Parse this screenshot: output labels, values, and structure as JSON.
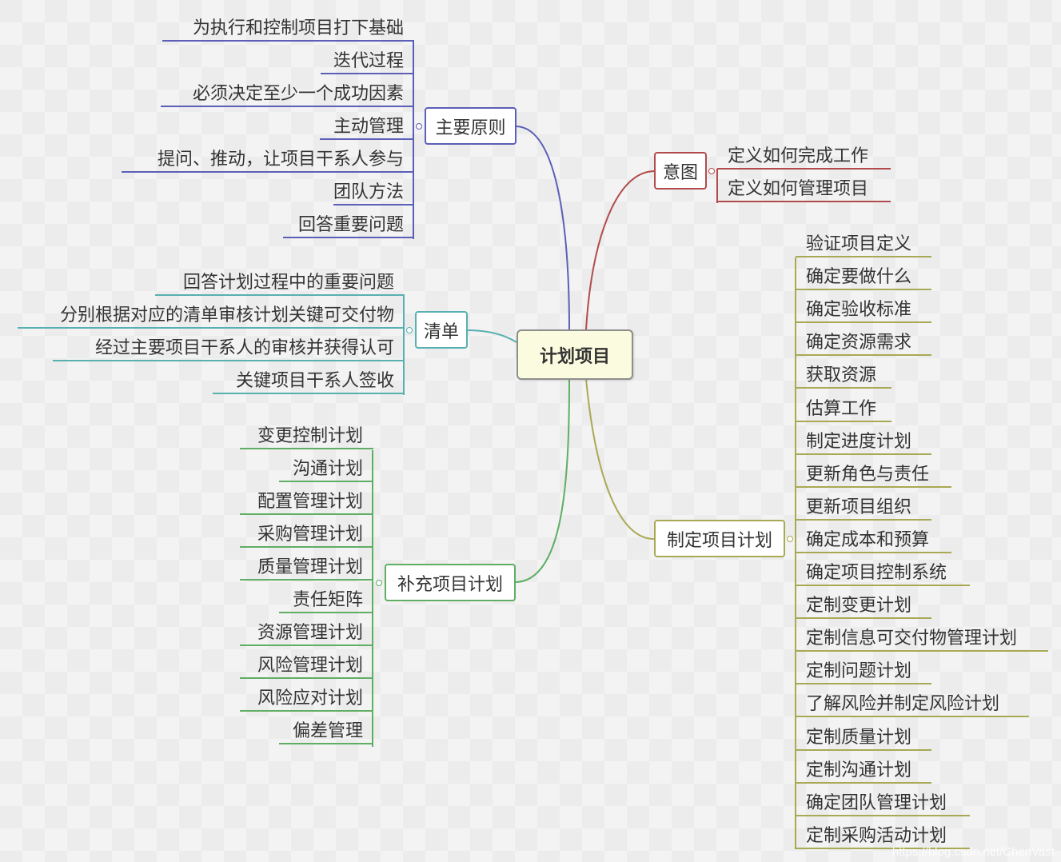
{
  "mindmap": {
    "root": "计划项目",
    "branches": {
      "principles": {
        "label": "主要原则",
        "color": "#5b5fb8",
        "items": [
          "为执行和控制项目打下基础",
          "迭代过程",
          "必须决定至少一个成功因素",
          "主动管理",
          "提问、推动，让项目干系人参与",
          "团队方法",
          "回答重要问题"
        ]
      },
      "checklist": {
        "label": "清单",
        "color": "#58b0b0",
        "items": [
          "回答计划过程中的重要问题",
          "分别根据对应的清单审核计划关键可交付物",
          "经过主要项目干系人的审核并获得认可",
          "关键项目干系人签收"
        ]
      },
      "supplement": {
        "label": "补充项目计划",
        "color": "#5fae63",
        "items": [
          "变更控制计划",
          "沟通计划",
          "配置管理计划",
          "采购管理计划",
          "质量管理计划",
          "责任矩阵",
          "资源管理计划",
          "风险管理计划",
          "风险应对计划",
          "偏差管理"
        ]
      },
      "intent": {
        "label": "意图",
        "color": "#b24b4b",
        "items": [
          "定义如何完成工作",
          "定义如何管理项目"
        ]
      },
      "plan": {
        "label": "制定项目计划",
        "color": "#a9a955",
        "items": [
          "验证项目定义",
          "确定要做什么",
          "确定验收标准",
          "确定资源需求",
          "获取资源",
          "估算工作",
          "制定进度计划",
          "更新角色与责任",
          "更新项目组织",
          "确定成本和预算",
          "确定项目控制系统",
          "定制变更计划",
          "定制信息可交付物管理计划",
          "定制问题计划",
          "了解风险并制定风险计划",
          "定制质量计划",
          "定制沟通计划",
          "确定团队管理计划",
          "定制采购活动计划"
        ]
      }
    }
  },
  "watermark": "https://blog.csdn.net/ChenVast"
}
